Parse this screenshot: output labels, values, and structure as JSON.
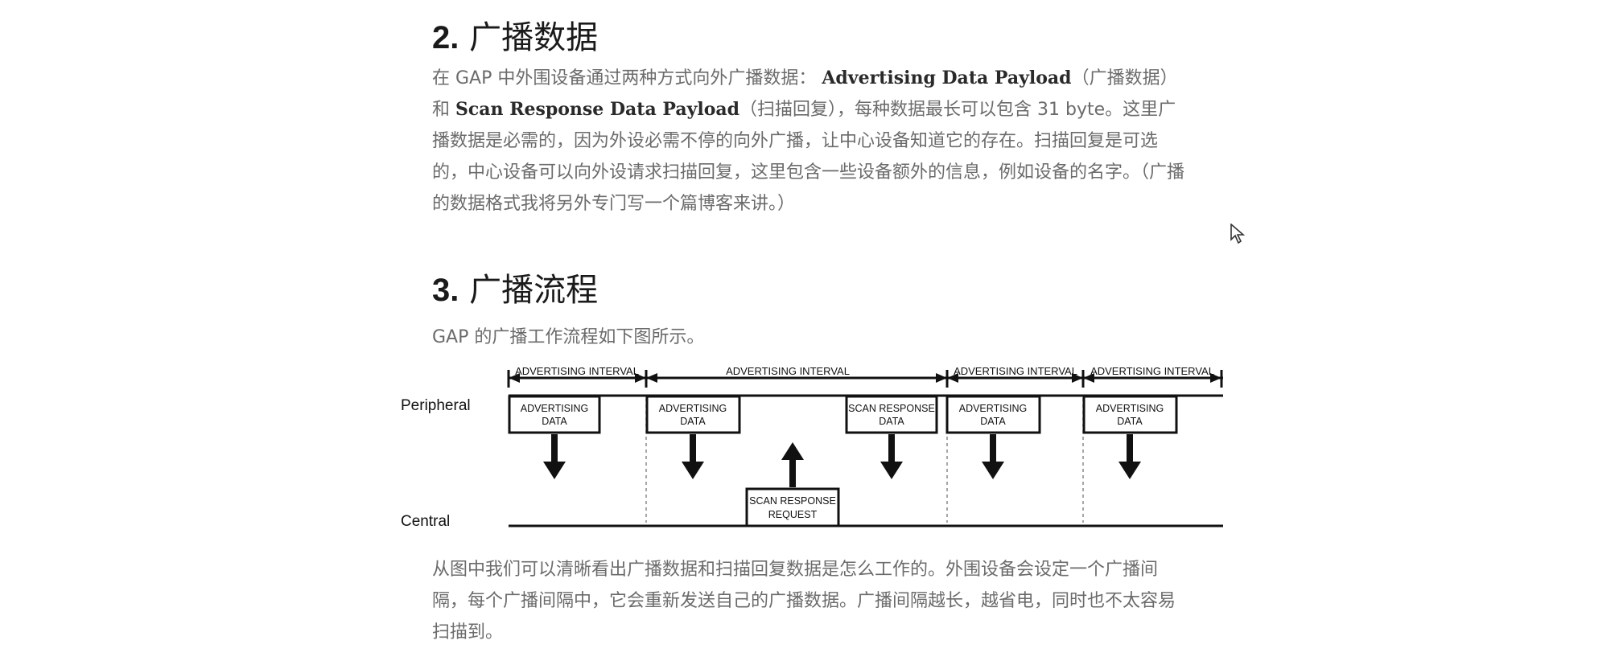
{
  "section2": {
    "heading_num": "2.",
    "heading_text": "广播数据",
    "p_a": "在 GAP 中外围设备通过两种方式向外广播数据：",
    "p_b": "Advertising Data Payload",
    "p_c": "（广播数据）和",
    "p_d": "Scan Response Data Payload",
    "p_e": "（扫描回复），每种数据最长可以包含 31 byte。这里广播数据是必需的，因为外设必需不停的向外广播，让中心设备知道它的存在。扫描回复是可选的，中心设备可以向外设请求扫描回复，这里包含一些设备额外的信息，例如设备的名字。（广播的数据格式我将另外专门写一个篇博客来讲。）"
  },
  "section3": {
    "heading_num": "3.",
    "heading_text": "广播流程",
    "intro": "GAP 的广播工作流程如下图所示。"
  },
  "diagram": {
    "peripheral_label": "Peripheral",
    "central_label": "Central",
    "interval_label": "ADVERTISING INTERVAL",
    "adv_data_line1": "ADVERTISING",
    "adv_data_line2": "DATA",
    "scan_resp_line1": "SCAN RESPONSE",
    "scan_resp_line2": "DATA",
    "scan_req_line1": "SCAN RESPONSE",
    "scan_req_line2": "REQUEST"
  },
  "closing": "从图中我们可以清晰看出广播数据和扫描回复数据是怎么工作的。外围设备会设定一个广播间隔，每个广播间隔中，它会重新发送自己的广播数据。广播间隔越长，越省电，同时也不太容易扫描到。",
  "icons": {
    "cursor": "mouse-pointer-icon"
  },
  "colors": {
    "heading": "#1a1a1a",
    "body": "#6b6b6b",
    "diagram": "#111111"
  }
}
